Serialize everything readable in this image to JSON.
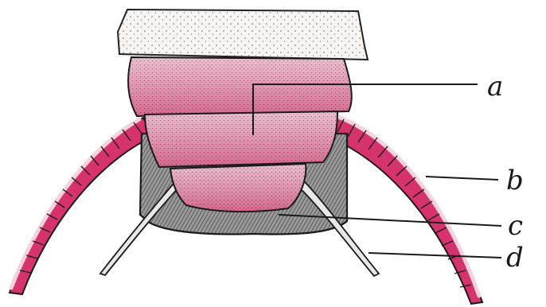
{
  "labels": [
    {
      "id": "a",
      "text": "a"
    },
    {
      "id": "b",
      "text": "b"
    },
    {
      "id": "c",
      "text": "c"
    },
    {
      "id": "d",
      "text": "d"
    }
  ],
  "colors": {
    "background": "#ffffff",
    "pink_body": "#e9a3bd",
    "pink_deep": "#d6336e",
    "shield_gray": "#8f8f8f",
    "stipple": "#2b2b2b",
    "leader_line": "#1a1a1a"
  }
}
